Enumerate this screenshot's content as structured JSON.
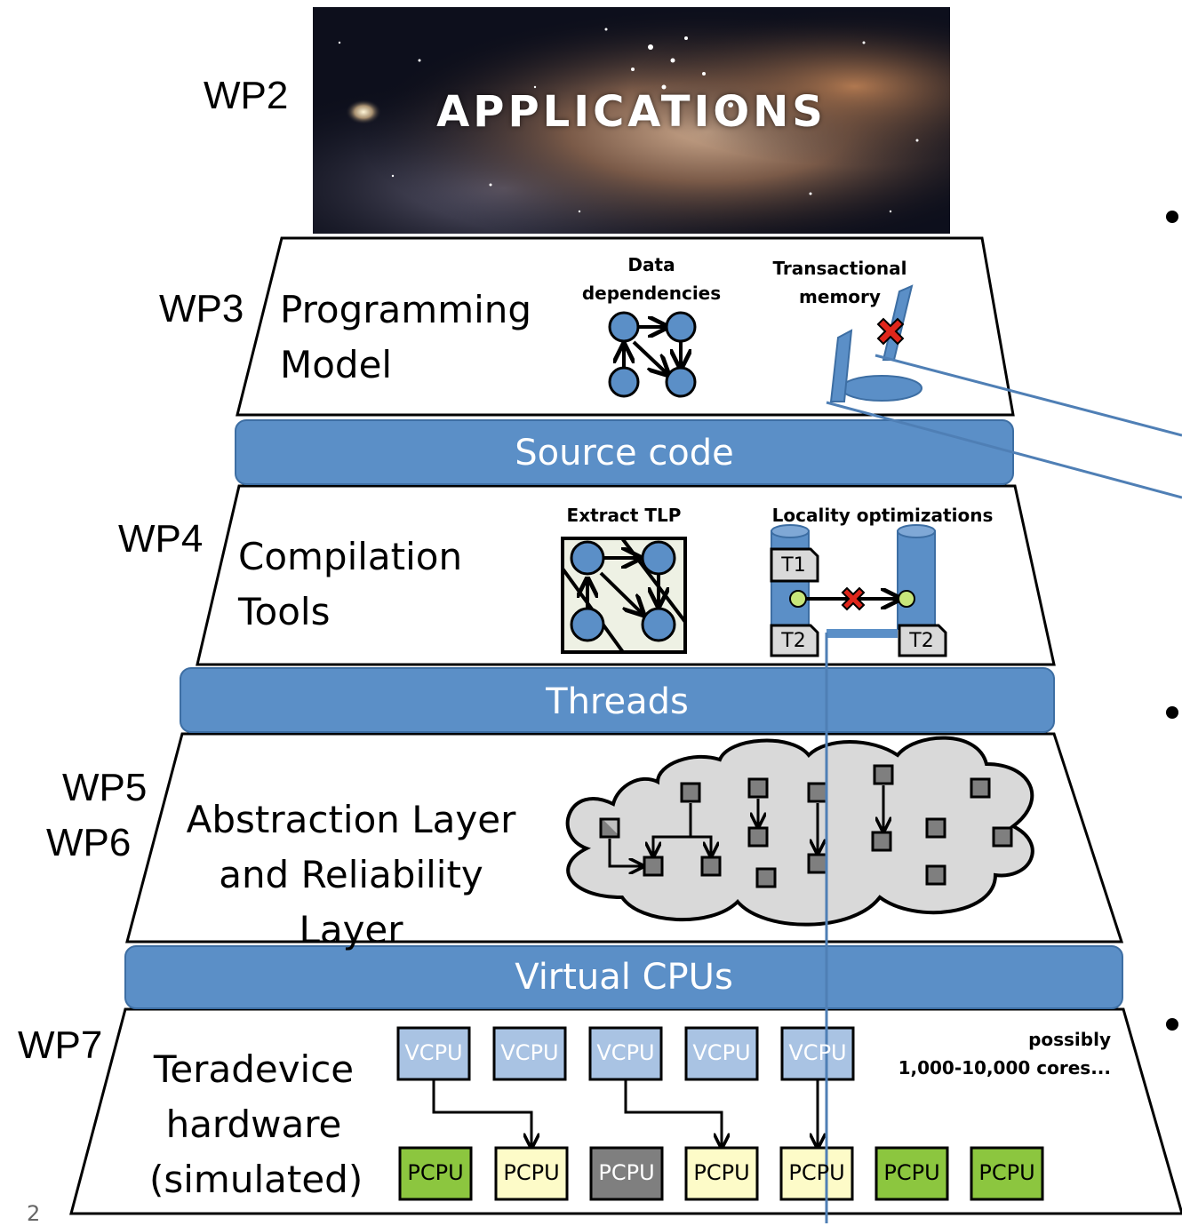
{
  "wp_labels": {
    "wp2": "WP2",
    "wp3": "WP3",
    "wp4": "WP4",
    "wp5": "WP5",
    "wp6": "WP6",
    "wp7": "WP7"
  },
  "applications": {
    "title": "APPLICATIONS"
  },
  "layers": {
    "programming_model": {
      "line1": "Programming",
      "line2": "Model",
      "data_dependencies_line1": "Data",
      "data_dependencies_line2": "dependencies",
      "transactional_memory_line1": "Transactional",
      "transactional_memory_line2": "memory"
    },
    "compilation_tools": {
      "line1": "Compilation",
      "line2": "Tools",
      "extract_tlp": "Extract TLP",
      "locality_optimizations": "Locality optimizations",
      "t1": "T1",
      "t2_left": "T2",
      "t2_right": "T2"
    },
    "abstraction": {
      "line1": "Abstraction Layer",
      "line2": "and Reliability Layer"
    },
    "hardware": {
      "line1": "Teradevice",
      "line2": "hardware",
      "line3": "(simulated)",
      "possibly_line1": "possibly",
      "possibly_line2": "1,000-10,000 cores...",
      "vcpus": [
        "VCPU",
        "VCPU",
        "VCPU",
        "VCPU",
        "VCPU"
      ],
      "pcpus": [
        {
          "label": "PCPU",
          "state": "green"
        },
        {
          "label": "PCPU",
          "state": "yellow"
        },
        {
          "label": "PCPU",
          "state": "gray"
        },
        {
          "label": "PCPU",
          "state": "yellow"
        },
        {
          "label": "PCPU",
          "state": "yellow"
        },
        {
          "label": "PCPU",
          "state": "green"
        },
        {
          "label": "PCPU",
          "state": "green"
        }
      ]
    }
  },
  "bands": {
    "source_code": "Source code",
    "threads": "Threads",
    "virtual_cpus": "Virtual CPUs"
  },
  "page_number": "2",
  "colors": {
    "band": "#5b8fc7",
    "node": "#5b8fc7",
    "vcpu": "#a9c3e3",
    "pcpu_green": "#8cc63f",
    "pcpu_yellow": "#fdfbc8",
    "pcpu_gray": "#7f7f7f",
    "cloud": "#d9d9d9",
    "cross": "#e0261b"
  }
}
